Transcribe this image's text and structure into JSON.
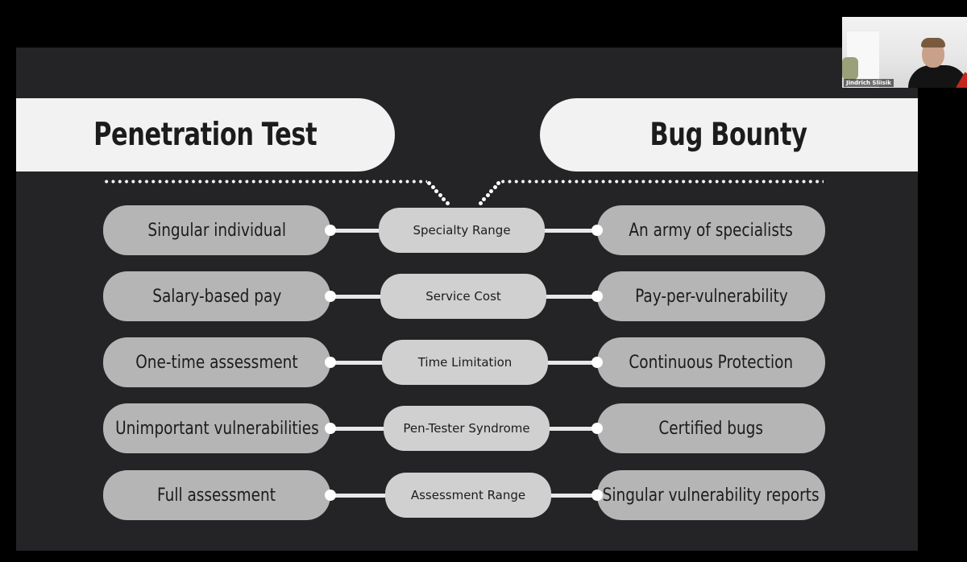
{
  "slide": {
    "left_title": "Penetration Test",
    "right_title": "Bug Bounty",
    "rows": [
      {
        "left": "Singular individual",
        "center": "Specialty Range",
        "right": "An army of specialists"
      },
      {
        "left": "Salary-based pay",
        "center": "Service Cost",
        "right": "Pay-per-vulnerability"
      },
      {
        "left": "One-time assessment",
        "center": "Time Limitation",
        "right": "Continuous Protection"
      },
      {
        "left": "Unimportant vulnerabilities",
        "center": "Pen-Tester Syndrome",
        "right": "Certified bugs"
      },
      {
        "left": "Full assessment",
        "center": "Assessment Range",
        "right": "Singular vulnerability reports"
      }
    ]
  },
  "webcam": {
    "participant_name": "Jindrich Sliisik"
  },
  "colors": {
    "background": "#000000",
    "slide_bg": "#242325",
    "header_pill": "#f2f2f2",
    "side_pill": "#b5b5b5",
    "center_pill": "#d0d0d0",
    "connector": "#e8e8e8"
  }
}
